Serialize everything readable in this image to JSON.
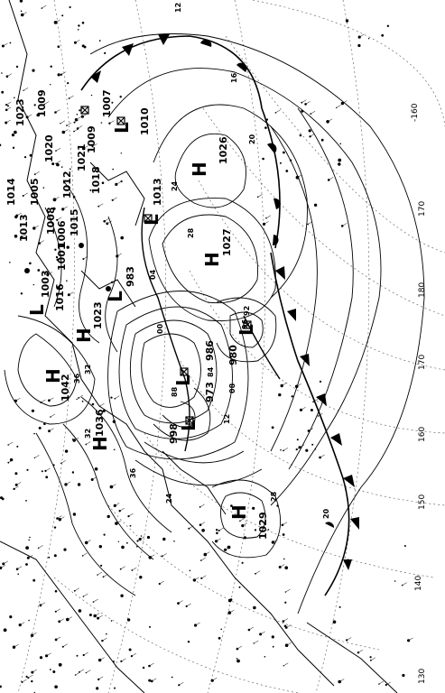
{
  "map": {
    "type": "surface-weather-analysis",
    "orientation": "rotated-90",
    "colors": {
      "ink": "#000000",
      "background": "#ffffff",
      "grid": "#555555"
    },
    "highs": [
      {
        "letter": "H",
        "pressure": "1026"
      },
      {
        "letter": "H",
        "pressure": "1027"
      },
      {
        "letter": "H",
        "pressure": "1042"
      },
      {
        "letter": "H",
        "pressure": "1029"
      },
      {
        "letter": "H",
        "pressure": "1023"
      },
      {
        "letter": "H",
        "pressure": "1036"
      }
    ],
    "lows": [
      {
        "letter": "L",
        "pressure": "1013"
      },
      {
        "letter": "L",
        "pressure": "983"
      },
      {
        "letter": "L",
        "pressure": "986"
      },
      {
        "letter": "L",
        "pressure": "973"
      },
      {
        "letter": "L",
        "pressure": "980"
      },
      {
        "letter": "L",
        "pressure": "998"
      },
      {
        "letter": "L",
        "pressure": "1010"
      },
      {
        "letter": "L",
        "pressure": "1007"
      },
      {
        "letter": "L",
        "pressure": "1016"
      },
      {
        "letter": "L",
        "pressure": "1003"
      }
    ],
    "isobar_labels": [
      "12",
      "16",
      "20",
      "24",
      "28",
      "32",
      "36",
      "04",
      "08",
      "00",
      "96",
      "92",
      "88",
      "84",
      "12",
      "20",
      "24",
      "28",
      "32",
      "36"
    ],
    "clustered_pressures": [
      "1013",
      "1008",
      "1006",
      "1015",
      "1009",
      "1012",
      "1018",
      "1021",
      "1023",
      "1020",
      "1009",
      "1005",
      "1001",
      "1014"
    ],
    "longitude_labels": [
      "-160",
      "170",
      "180",
      "170",
      "160",
      "150",
      "140",
      "130"
    ]
  }
}
